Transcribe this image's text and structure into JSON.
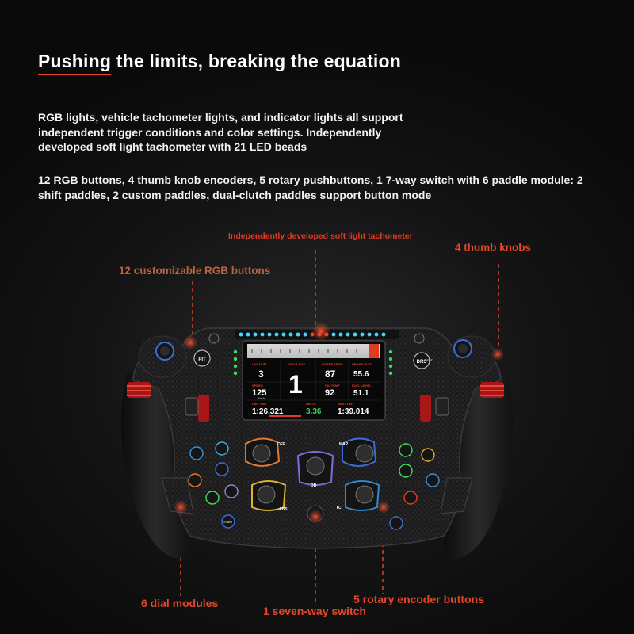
{
  "heading": {
    "title": "Pushing the limits, breaking the equation"
  },
  "description": {
    "para1": "RGB lights, vehicle tachometer lights, and indicator lights all support independent trigger conditions and color settings. Independently developed soft light tachometer with 21 LED beads",
    "para2": "12 RGB buttons, 4 thumb knob encoders, 5 rotary pushbuttons, 1 7-way switch with 6 paddle module: 2 shift paddles, 2 custom paddles, dual-clutch paddles support button mode"
  },
  "callouts": {
    "tachometer": "Independently developed soft light tachometer",
    "thumb_knobs": "4 thumb knobs",
    "rgb_buttons": "12 customizable RGB buttons",
    "dial_modules": "6 dial modules",
    "rotary_buttons": "5 rotary encoder buttons",
    "seven_way_switch": "1 seven-way switch"
  },
  "dashboard": {
    "lap_num_label": "LAP NUM",
    "lap_num": "3",
    "gear_label": "GEAR POS",
    "gear": "1",
    "water_temp_label": "WATER TEMP",
    "water_temp": "87",
    "brake_bias_label": "BRAKE BIAS",
    "brake_bias": "55.6",
    "speed_label": "SPEED",
    "speed": "125",
    "speed_unit": "Km/h",
    "oil_temp_label": "OIL TEMP",
    "oil_temp": "92",
    "fuel_level_label": "FUEL LEVEL",
    "fuel_level": "51.1",
    "lap_time_label": "LAP TIME",
    "lap_time": "1:26.321",
    "delta_label": "DELTA",
    "delta": "3.36",
    "best_lap_label": "BEST LAP",
    "best_lap": "1:39.014"
  },
  "wheel_buttons": {
    "pit": "PIT",
    "drs": "DRS",
    "neutral": "NEUT",
    "off": "OFF",
    "map": "MAP",
    "abs": "ABS",
    "tc": "TC",
    "db": "DB",
    "start": "START"
  },
  "colors": {
    "accent": "#e3482b",
    "rgb_callout": "#b9653d",
    "delta_green": "#35d04a"
  }
}
